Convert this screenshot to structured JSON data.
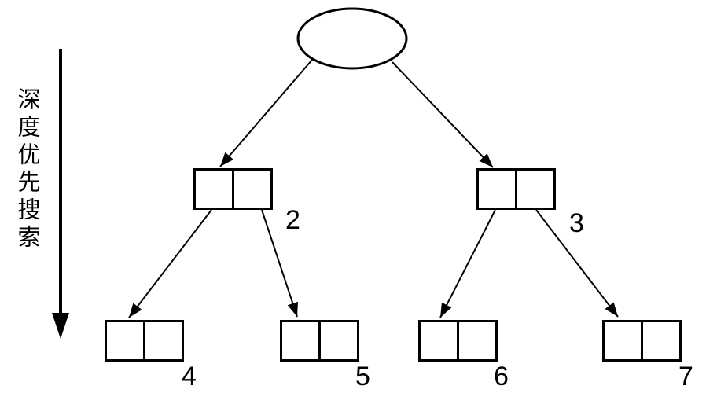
{
  "colors": {
    "background": "#ffffff",
    "stroke": "#000000",
    "text": "#000000"
  },
  "side_annotation": {
    "text": "深度优先搜索",
    "arrow_icon": "downward-arrow",
    "direction": "top-to-bottom"
  },
  "tree": {
    "root": {
      "shape": "ellipse",
      "label": ""
    },
    "level2": [
      {
        "label": "2",
        "shape": "two-cell-box"
      },
      {
        "label": "3",
        "shape": "two-cell-box"
      }
    ],
    "level3": [
      {
        "label": "4",
        "shape": "two-cell-box"
      },
      {
        "label": "5",
        "shape": "two-cell-box"
      },
      {
        "label": "6",
        "shape": "two-cell-box"
      },
      {
        "label": "7",
        "shape": "two-cell-box"
      }
    ],
    "edges": [
      {
        "from": "root",
        "to": "2"
      },
      {
        "from": "root",
        "to": "3"
      },
      {
        "from": "2",
        "to": "4"
      },
      {
        "from": "2",
        "to": "5"
      },
      {
        "from": "3",
        "to": "6"
      },
      {
        "from": "3",
        "to": "7"
      }
    ]
  }
}
